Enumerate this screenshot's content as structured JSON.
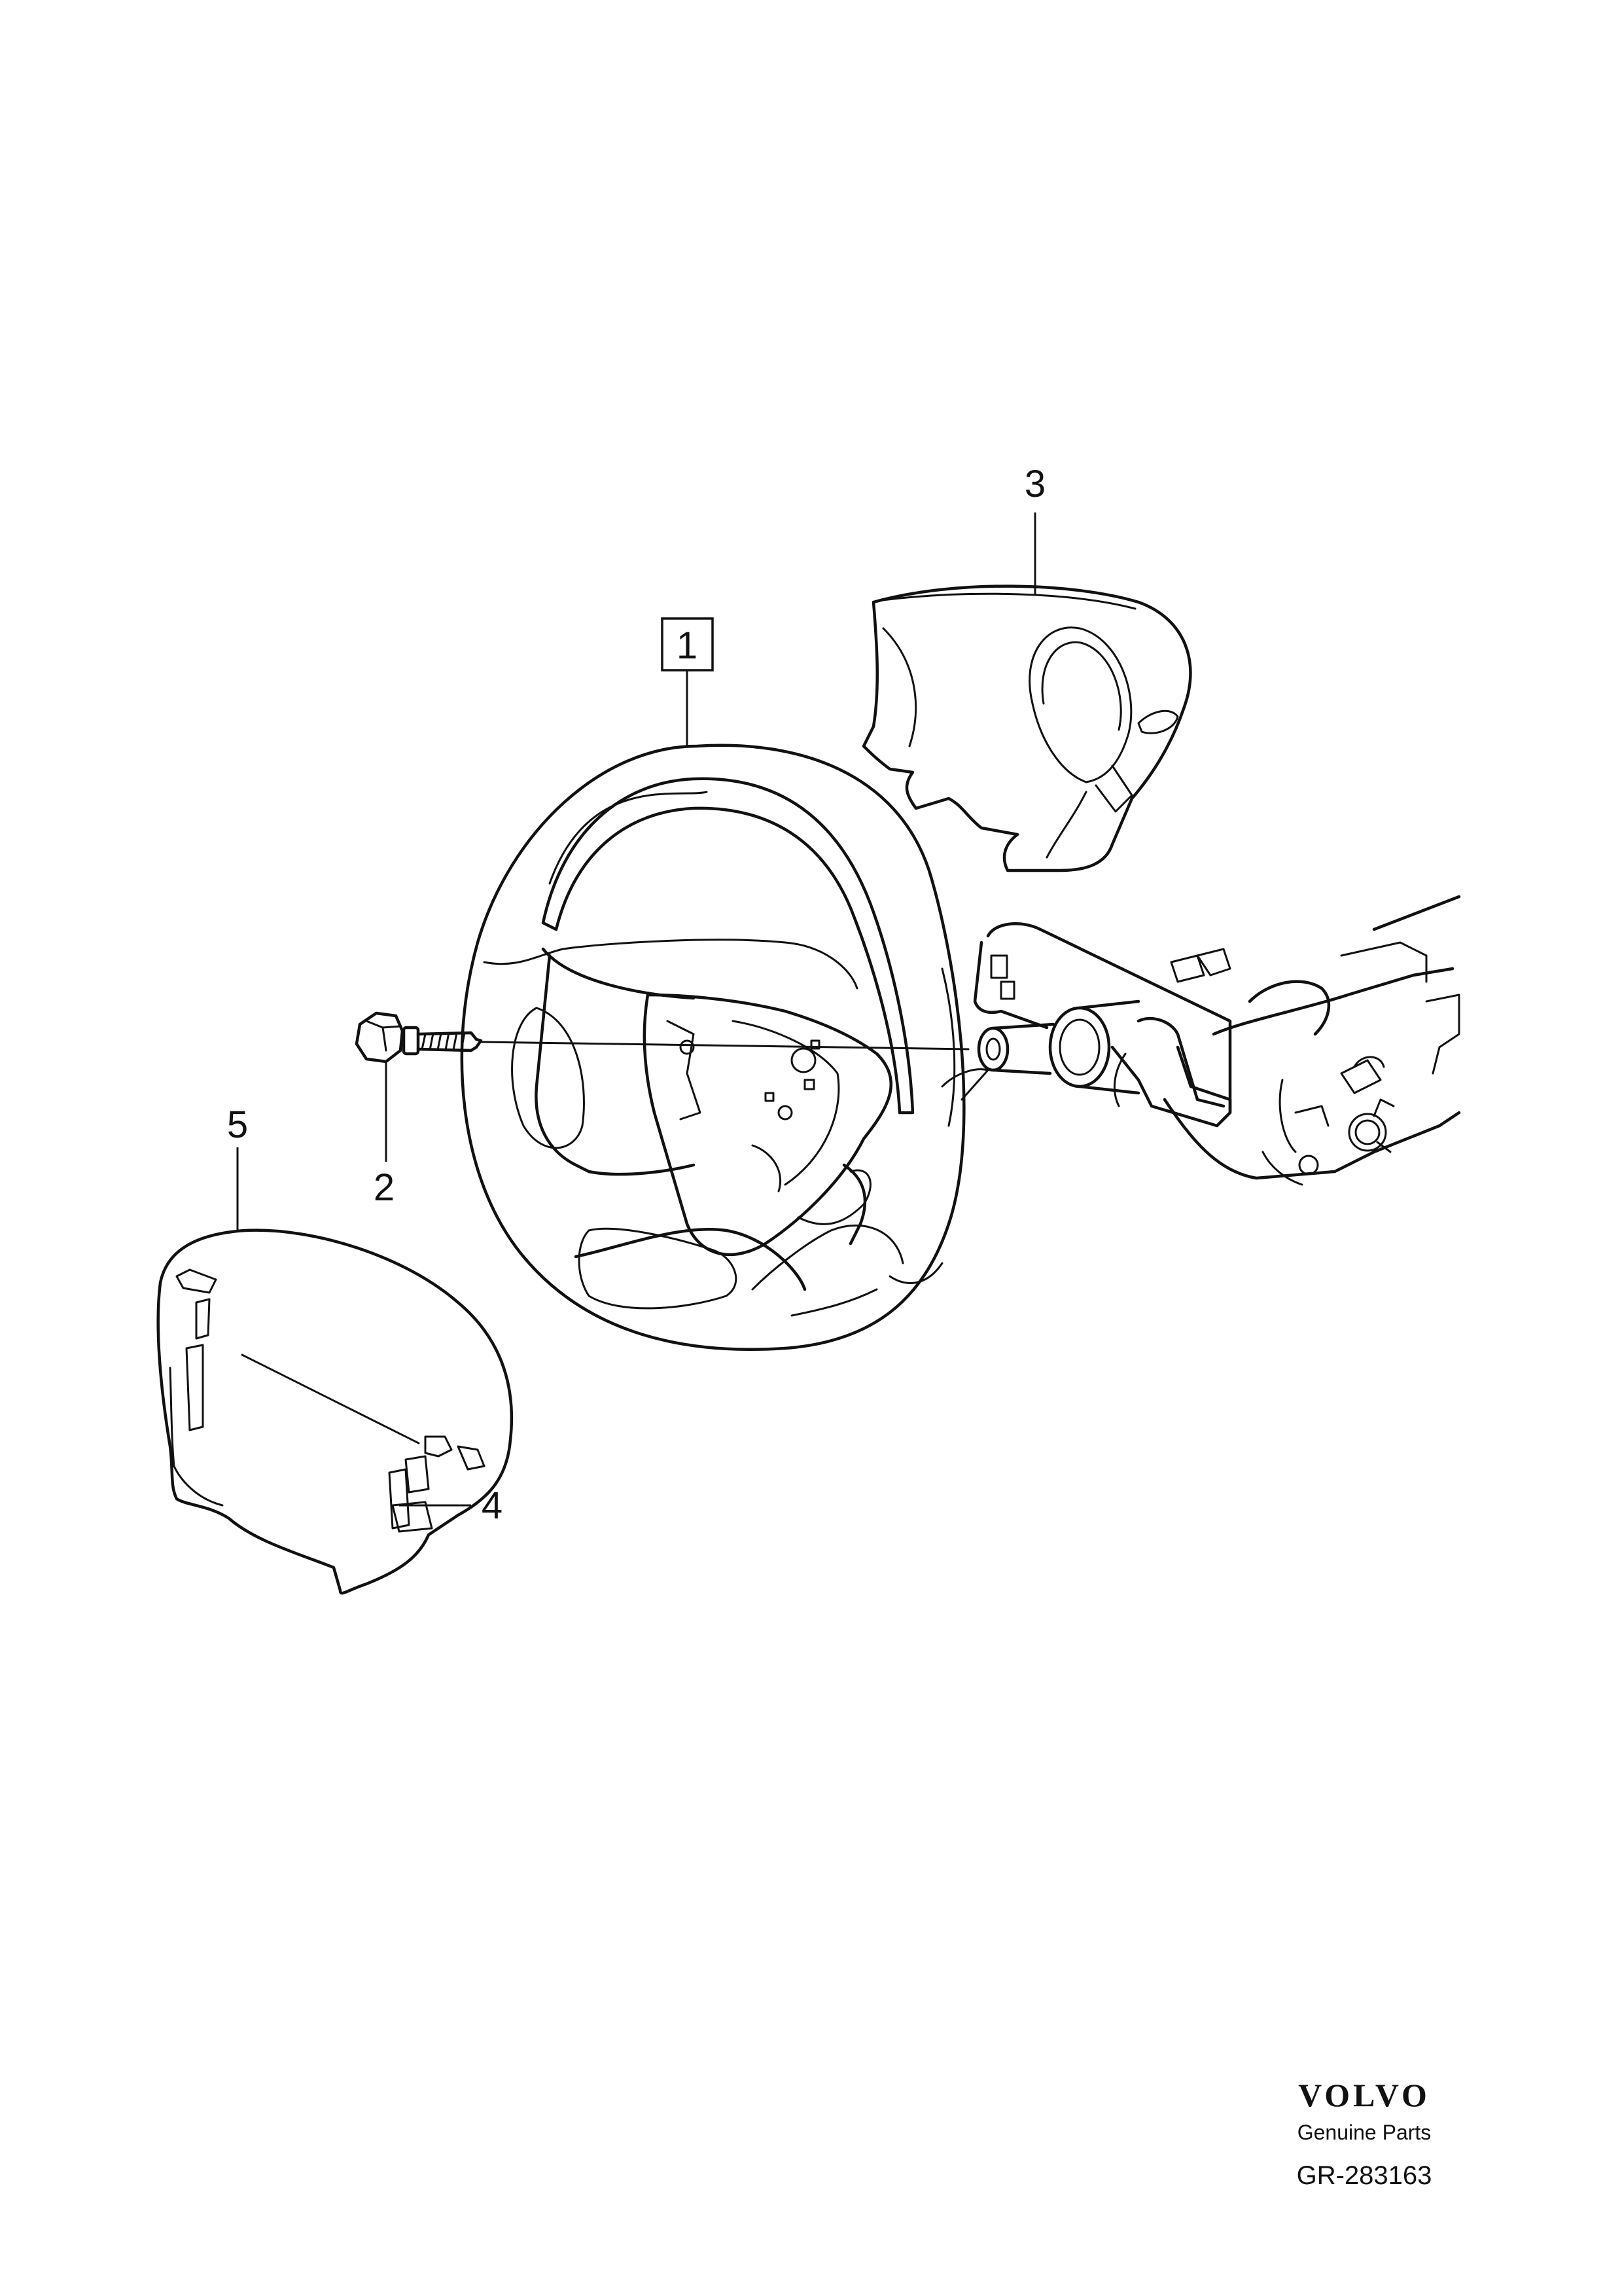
{
  "callouts": [
    {
      "id": "1",
      "label": "1",
      "boxed": true,
      "part": "steering-wheel"
    },
    {
      "id": "2",
      "label": "2",
      "boxed": false,
      "part": "bolt"
    },
    {
      "id": "3",
      "label": "3",
      "boxed": false,
      "part": "steering-column-cover"
    },
    {
      "id": "4",
      "label": "4",
      "boxed": false,
      "part": "control-buttons"
    },
    {
      "id": "5",
      "label": "5",
      "boxed": false,
      "part": "airbag-module"
    }
  ],
  "brand": {
    "logo_text": "VOLVO",
    "subtitle": "Genuine Parts",
    "reference": "GR-283163"
  }
}
